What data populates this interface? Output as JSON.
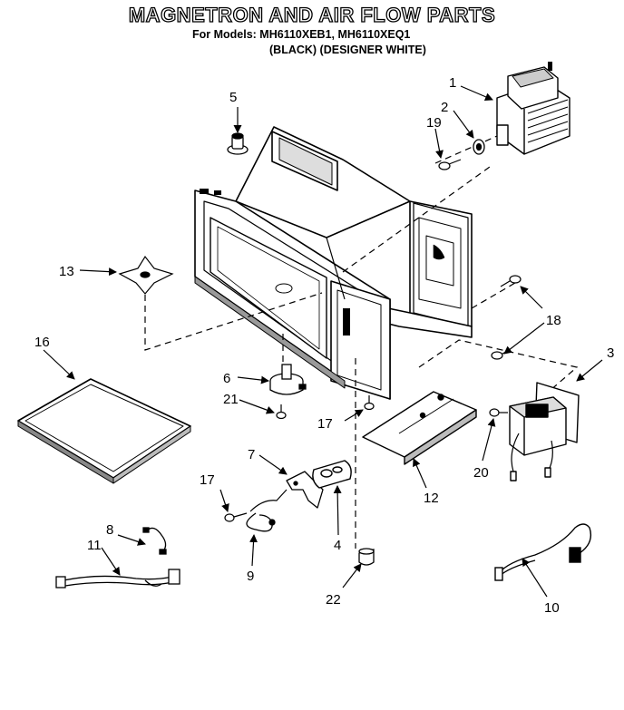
{
  "title": "MAGNETRON AND AIR FLOW PARTS",
  "models_line": "For Models: MH6110XEB1, MH6110XEQ1",
  "colors_line": "(BLACK)  (DESIGNER WHITE)",
  "callouts": {
    "c1": "1",
    "c2": "2",
    "c3": "3",
    "c4": "4",
    "c5": "5",
    "c6": "6",
    "c7": "7",
    "c8": "8",
    "c9": "9",
    "c10": "10",
    "c11": "11",
    "c12": "12",
    "c13": "13",
    "c16": "16",
    "c17a": "17",
    "c17b": "17",
    "c18": "18",
    "c19": "19",
    "c20": "20",
    "c21": "21",
    "c22": "22"
  }
}
